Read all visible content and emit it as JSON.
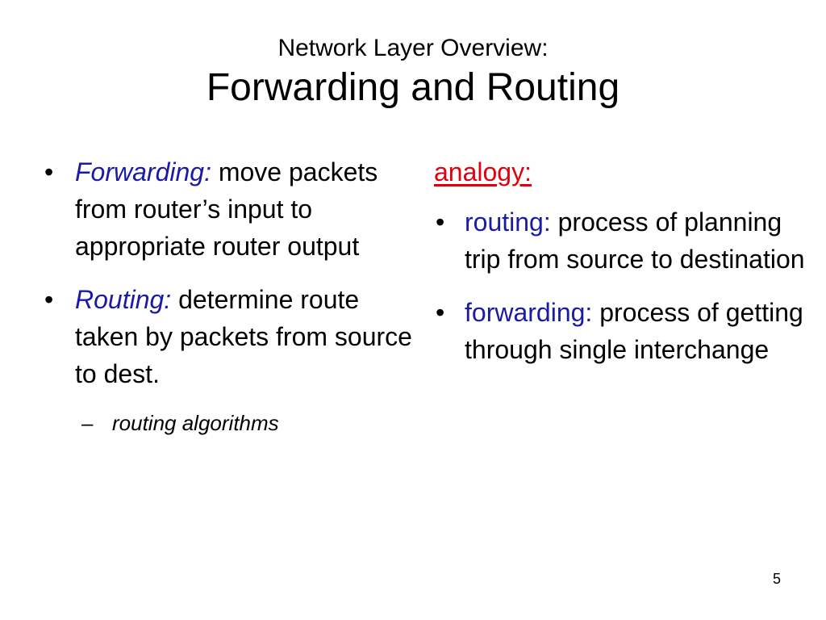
{
  "title": {
    "line1": "Network Layer Overview:",
    "line2": "Forwarding and Routing"
  },
  "left": {
    "bullet1": {
      "term": "Forwarding:",
      "text": "move packets from router’s input to appropriate router output"
    },
    "bullet2": {
      "term": "Routing:",
      "text": "determine route taken by packets from source to dest."
    },
    "sub": {
      "dash": "–",
      "text": "routing algorithms"
    }
  },
  "right": {
    "heading": "analogy:",
    "bullet1": {
      "term": "routing:",
      "text": "process of planning trip from source to destination"
    },
    "bullet2": {
      "term": "forwarding:",
      "text": "process of getting through single interchange"
    }
  },
  "bullet_symbol": "•",
  "page_number": "5",
  "colors": {
    "term": "#1a1aa6",
    "heading": "#e0000e",
    "text": "#000000"
  }
}
